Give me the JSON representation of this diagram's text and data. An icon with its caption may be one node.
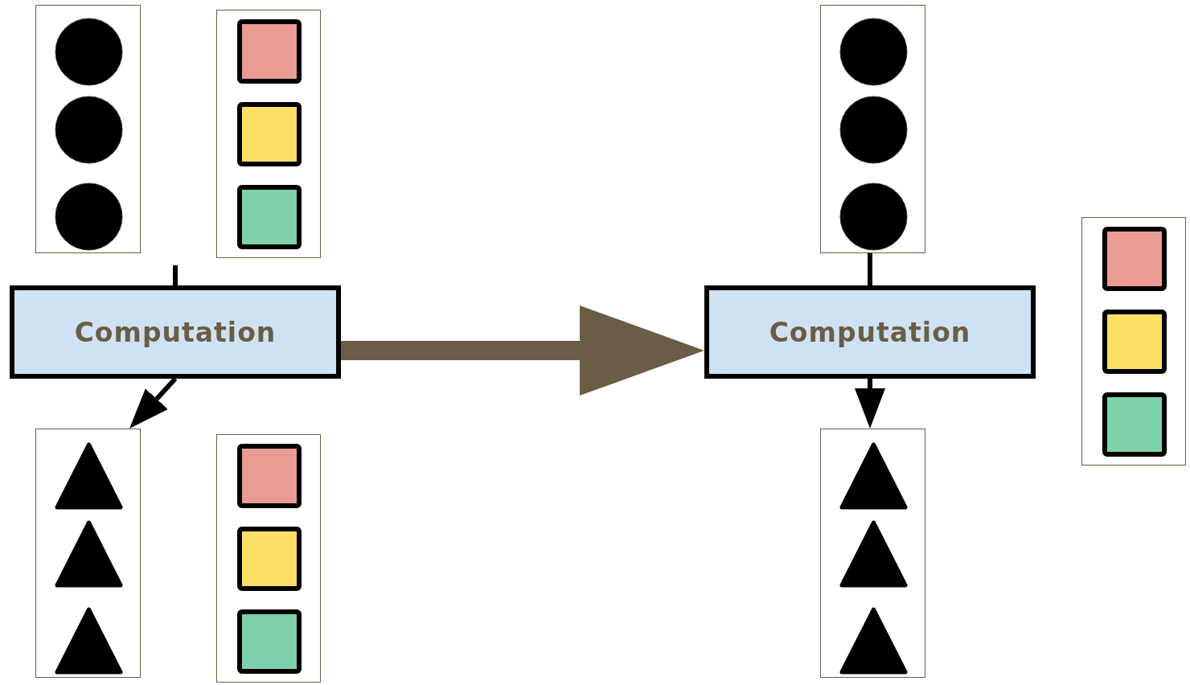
{
  "diagram": {
    "nodes": [
      {
        "text": [],
        "shape": "box"
      },
      {
        "text": [],
        "shape": "circle",
        "in": 0
      },
      {
        "text": [],
        "shape": "circle",
        "in": 0
      },
      {
        "text": [],
        "shape": "circle",
        "in": 0
      },
      {
        "text": [],
        "shape": "box"
      },
      {
        "text": [],
        "shape": "box",
        "in": 4
      },
      {
        "text": [],
        "shape": "box",
        "in": 4
      },
      {
        "text": [],
        "shape": "box",
        "in": 4
      },
      {
        "text": [
          "Computation"
        ]
      },
      {
        "text": [],
        "shape": "box"
      },
      {
        "text": [],
        "shape": "triangle",
        "in": 9
      },
      {
        "text": [],
        "shape": "triangle",
        "in": 9
      },
      {
        "text": [],
        "shape": "triangle",
        "in": 9
      },
      {
        "text": [],
        "shape": "box"
      },
      {
        "text": [],
        "shape": "box",
        "in": 13
      },
      {
        "text": [],
        "shape": "box",
        "in": 13
      },
      {
        "text": [],
        "shape": "box",
        "in": 13
      },
      {
        "text": [],
        "shape": "box"
      },
      {
        "text": [],
        "shape": "circle",
        "in": 17
      },
      {
        "text": [],
        "shape": "circle",
        "in": 17
      },
      {
        "text": [],
        "shape": "circle",
        "in": 17
      },
      {
        "text": [
          "Computation"
        ]
      },
      {
        "text": [],
        "shape": "box"
      },
      {
        "text": [],
        "shape": "triangle",
        "in": 22
      },
      {
        "text": [],
        "shape": "triangle",
        "in": 22
      },
      {
        "text": [],
        "shape": "triangle",
        "in": 22
      },
      {
        "text": [],
        "shape": "box"
      },
      {
        "text": [],
        "shape": "box",
        "in": 26
      },
      {
        "text": [],
        "shape": "box",
        "in": 26
      },
      {
        "text": [],
        "shape": "box",
        "in": 26
      }
    ],
    "edges": [
      {
        "from": null,
        "to": 8,
        "arrow": "none"
      },
      {
        "from": 8,
        "to": 9,
        "arrow": "to"
      },
      {
        "from": 8,
        "to": 21,
        "arrow": "to",
        "style": "thick",
        "color": "#6b5d45"
      },
      {
        "from": 17,
        "to": 21,
        "arrow": "none"
      },
      {
        "from": 21,
        "to": 22,
        "arrow": "to"
      }
    ]
  }
}
